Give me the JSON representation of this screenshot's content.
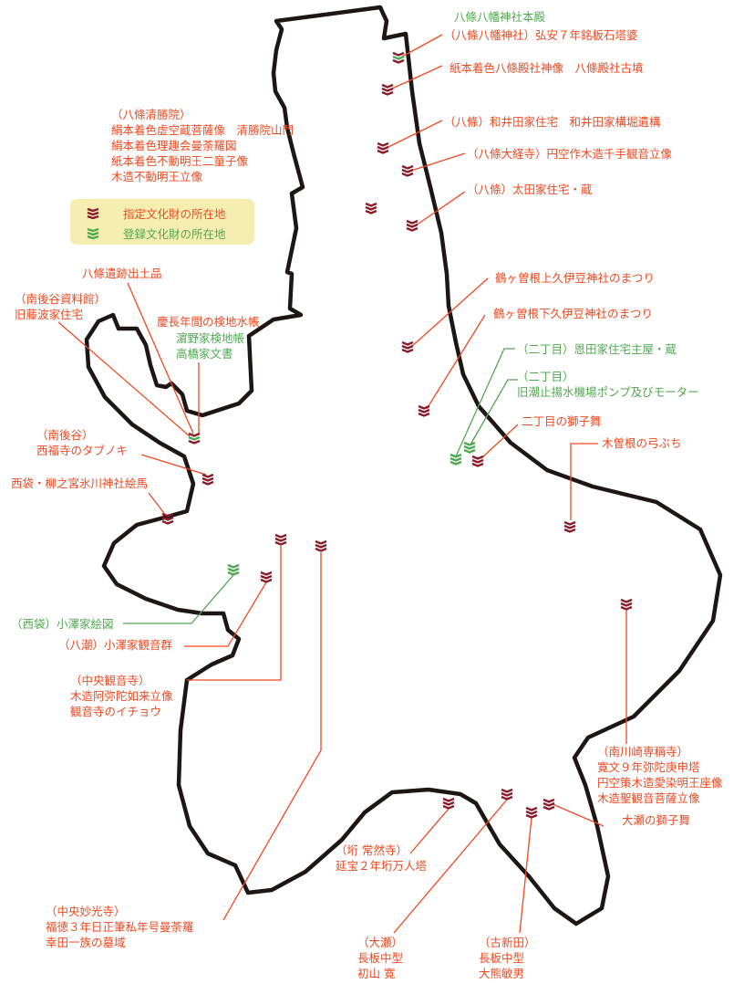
{
  "colors": {
    "designated": "#ec4a22",
    "registered": "#4fa850",
    "marker_red": "#8a1b2b",
    "marker_green": "#4fa850",
    "outline": "#1e1614",
    "legend_bg": "#f6eeb0"
  },
  "legend": {
    "designated": "指定文化財の所在地",
    "registered": "登録文化財の所在地"
  },
  "labels": {
    "hachiman_honden": [
      "八條八幡神社本殿"
    ],
    "hachiman_toba": [
      "（八條八幡神社）弘安７年銘板石塔婆"
    ],
    "hachijoden": [
      "紙本着色八條殿社神像　八條殿社古墳"
    ],
    "waida": [
      "（八條）和井田家住宅　和井田家構堀遺構"
    ],
    "daikyoji": [
      "（八條大経寺）円空作木造千手観音立像"
    ],
    "ota": [
      "（八條）太田家住宅・蔵"
    ],
    "seishoin": [
      "（八條清勝院）",
      "絹本着色虚空蔵菩薩像　清勝院山門",
      "絹本着色理趣会曼荼羅図",
      "紙本着色不動明王二童子像",
      "木造不動明王立像"
    ],
    "iseki": [
      "八條遺跡出土品"
    ],
    "fujinami": [
      "（南後谷資料館）",
      "旧藤波家住宅"
    ],
    "keicho": [
      "慶長年間の検地水帳"
    ],
    "hamano": [
      "濵野家検地帳",
      "高橋家文書"
    ],
    "kamikuizu": [
      "鶴ヶ曽根上久伊豆神社のまつり"
    ],
    "shimokuizu": [
      "鶴ヶ曽根下久伊豆神社のまつり"
    ],
    "onda": [
      "（二丁目）恩田家住宅主屋・蔵"
    ],
    "pump": [
      "（二丁目）",
      "旧潮止揚水機場ポンプ及びモーター"
    ],
    "nichome_shishi": [
      "二丁目の獅子舞"
    ],
    "yumibuchi": [
      "木曽根の弓ぶち"
    ],
    "saifukuji": [
      "（南後谷）",
      "西福寺のタブノキ"
    ],
    "hikawa": [
      "西袋・柳之宮氷川神社絵馬"
    ],
    "ozawa_ezu": [
      "（西袋）小澤家絵図"
    ],
    "ozawa_kannon": [
      "（八潮）小澤家観音群"
    ],
    "kannonji": [
      "（中央観音寺）",
      "木造阿弥陀如来立像",
      "観音寺のイチョウ"
    ],
    "senshoji": [
      "（南川崎専稱寺）",
      "寛文９年弥陀庚申塔",
      "円空策木造愛染明王座像",
      "木造聖観音菩薩立像"
    ],
    "ose_shishi": [
      "大瀬の獅子舞"
    ],
    "zenenji": [
      "（垳 常然寺）",
      "延宝２年垳万人塔"
    ],
    "myokoji": [
      "（中央妙光寺）",
      "福徳３年日正筆私年号曼荼羅",
      "幸田一族の墓域"
    ],
    "ose_katagami": [
      "（大瀬）",
      "長板中型",
      "初山 寛"
    ],
    "koshinden": [
      "（古新田）",
      "長板中型",
      "大熊敏男"
    ]
  }
}
